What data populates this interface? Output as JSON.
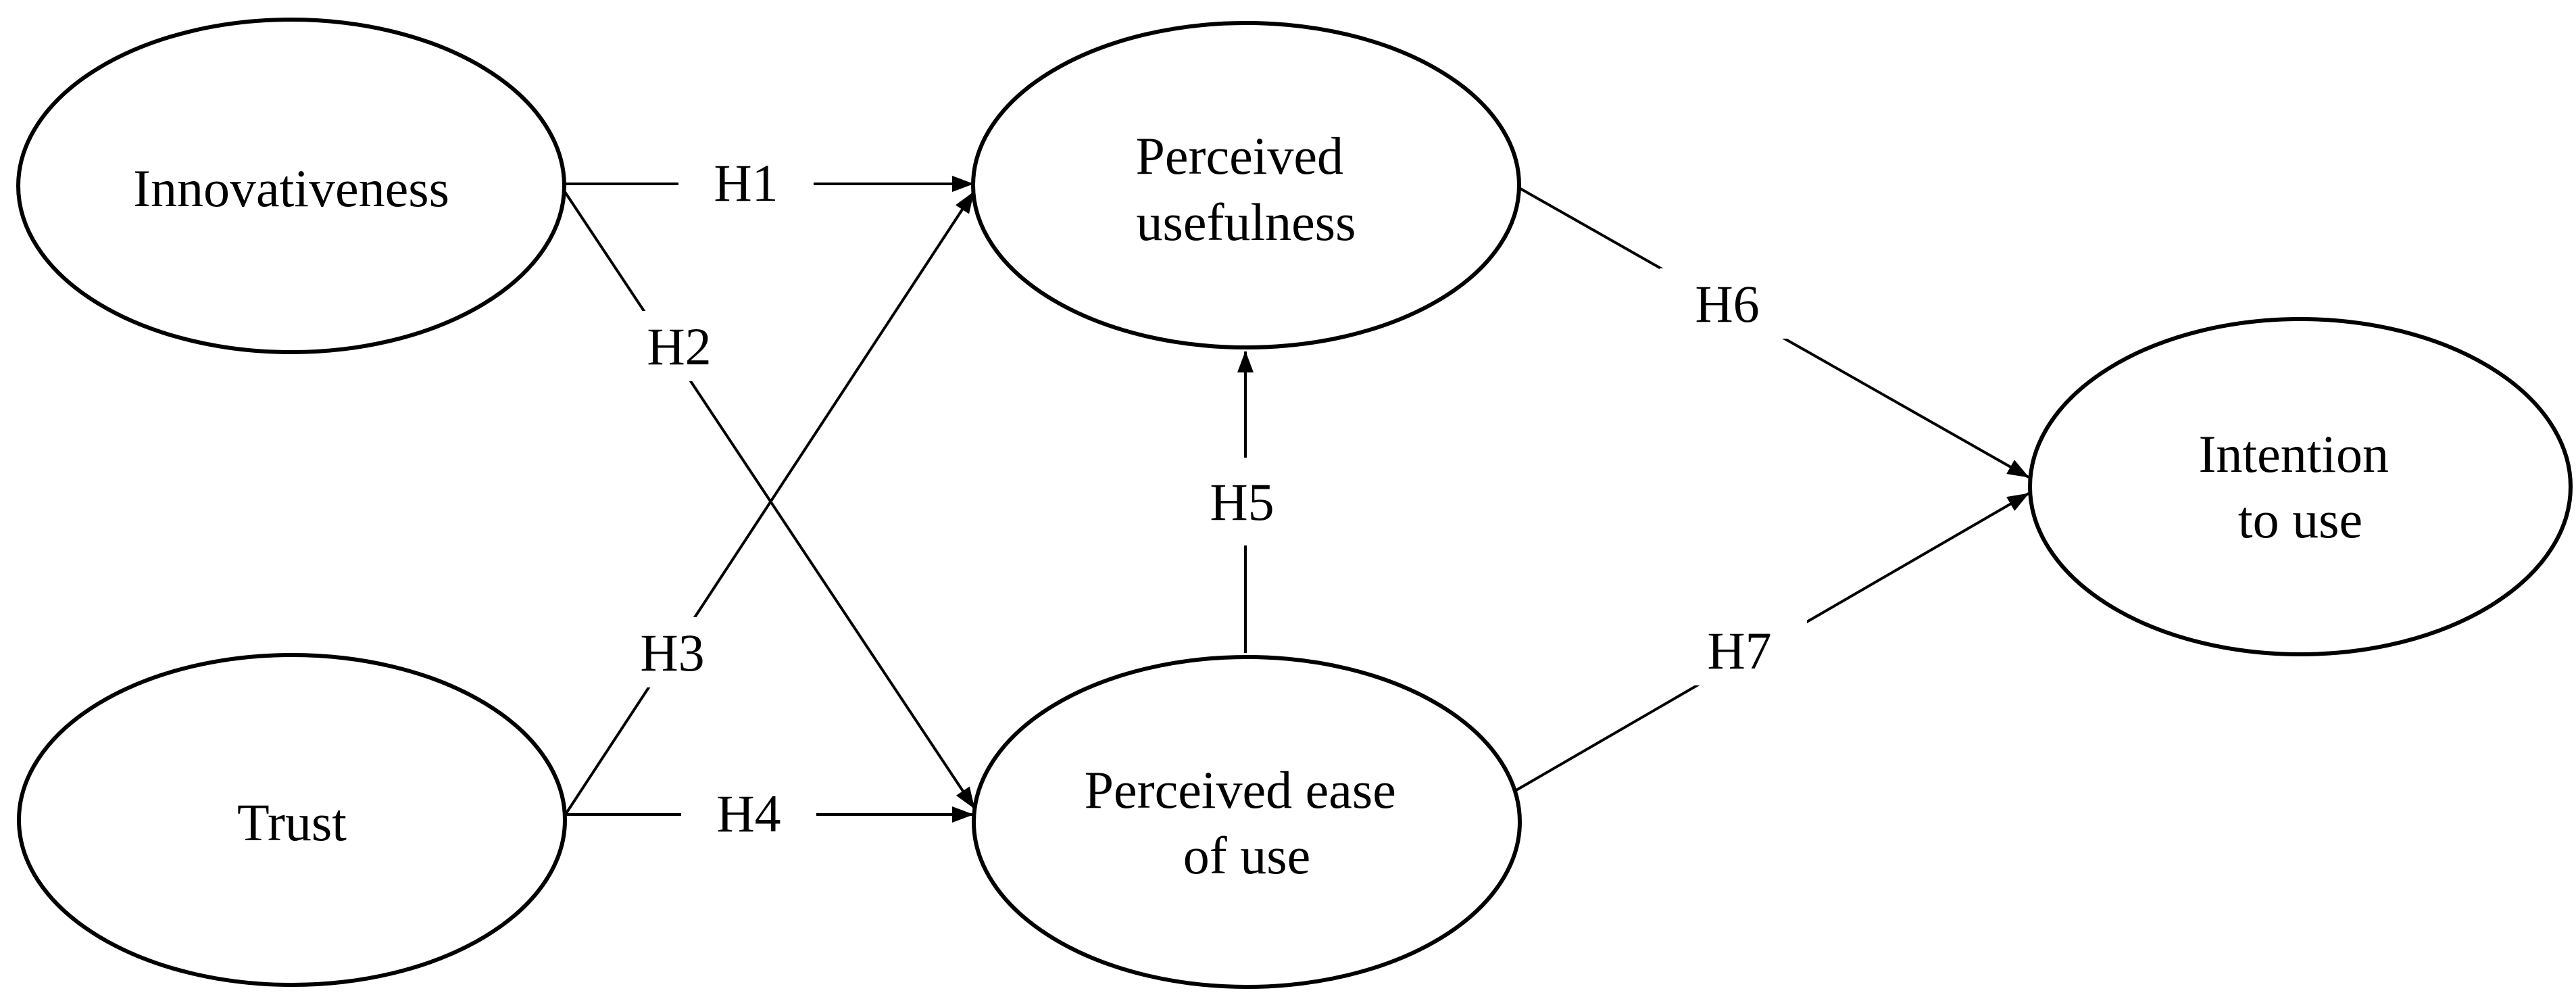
{
  "diagram": {
    "background_color": "#ffffff",
    "line_color": "#000000",
    "text_color": "#000000",
    "nodes": {
      "innovativeness": {
        "label": "Innovativeness"
      },
      "trust": {
        "label": "Trust"
      },
      "perceived_usefulness": {
        "line1": "Perceived",
        "line2": "usefulness"
      },
      "perceived_ease_of_use": {
        "line1": "Perceived ease",
        "line2": "of use"
      },
      "intention_to_use": {
        "line1": "Intention",
        "line2": "to use"
      }
    },
    "edges": {
      "h1": {
        "label": "H1",
        "from": "Innovativeness",
        "to": "Perceived usefulness"
      },
      "h2": {
        "label": "H2",
        "from": "Innovativeness",
        "to": "Perceived ease of use"
      },
      "h3": {
        "label": "H3",
        "from": "Trust",
        "to": "Perceived usefulness"
      },
      "h4": {
        "label": "H4",
        "from": "Trust",
        "to": "Perceived ease of use"
      },
      "h5": {
        "label": "H5",
        "from": "Perceived ease of use",
        "to": "Perceived usefulness"
      },
      "h6": {
        "label": "H6",
        "from": "Perceived usefulness",
        "to": "Intention to use"
      },
      "h7": {
        "label": "H7",
        "from": "Perceived ease of use",
        "to": "Intention to use"
      }
    }
  }
}
